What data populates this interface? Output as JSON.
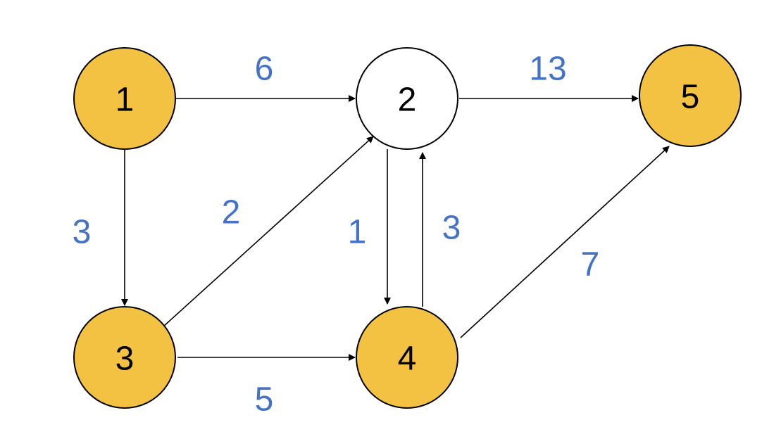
{
  "graph": {
    "nodes": [
      {
        "id": "1",
        "label": "1",
        "highlighted": true
      },
      {
        "id": "2",
        "label": "2",
        "highlighted": false
      },
      {
        "id": "3",
        "label": "3",
        "highlighted": true
      },
      {
        "id": "4",
        "label": "4",
        "highlighted": true
      },
      {
        "id": "5",
        "label": "5",
        "highlighted": true
      }
    ],
    "edges": [
      {
        "from": "1",
        "to": "2",
        "weight": "6"
      },
      {
        "from": "2",
        "to": "5",
        "weight": "13"
      },
      {
        "from": "1",
        "to": "3",
        "weight": "3"
      },
      {
        "from": "3",
        "to": "2",
        "weight": "2"
      },
      {
        "from": "2",
        "to": "4",
        "weight": "1"
      },
      {
        "from": "4",
        "to": "2",
        "weight": "3"
      },
      {
        "from": "4",
        "to": "5",
        "weight": "7"
      },
      {
        "from": "3",
        "to": "4",
        "weight": "5"
      }
    ]
  },
  "colors": {
    "highlight_fill": "#F4C242",
    "plain_fill": "#FFFFFF",
    "weight_text": "#4472C4",
    "stroke": "#000000"
  }
}
